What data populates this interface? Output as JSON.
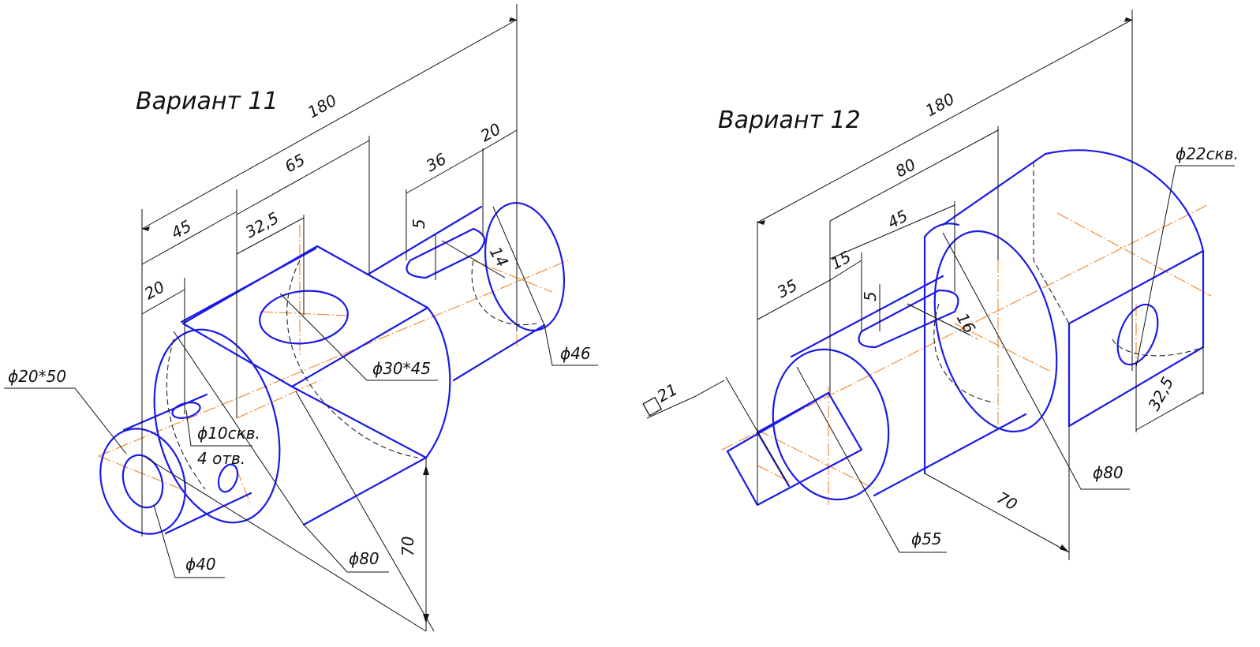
{
  "variants": [
    {
      "title": "Вариант 11",
      "dims": {
        "d180": "180",
        "d65": "65",
        "d36": "36",
        "d20top": "20",
        "d45": "45",
        "d325": "32,5",
        "d20": "20",
        "d5": "5",
        "d14": "14",
        "phi46": "ϕ46",
        "phi3045": "ϕ30*45",
        "phi2050": "ϕ20*50",
        "phi10": "ϕ10скв.",
        "holes": "4 отв.",
        "phi40": "ϕ40",
        "phi80": "ϕ80",
        "d70": "70"
      }
    },
    {
      "title": "Вариант 12",
      "dims": {
        "d180": "180",
        "d80": "80",
        "d45": "45",
        "d15": "15",
        "d35": "35",
        "d5": "5",
        "d16": "16",
        "phi22": "ϕ22скв.",
        "sq21": "21",
        "d325": "32,5",
        "phi80": "ϕ80",
        "d70": "70",
        "phi55": "ϕ55"
      }
    }
  ],
  "colors": {
    "object": "#1a1ae6",
    "axis": "#f07a18",
    "dimension": "#111111"
  }
}
